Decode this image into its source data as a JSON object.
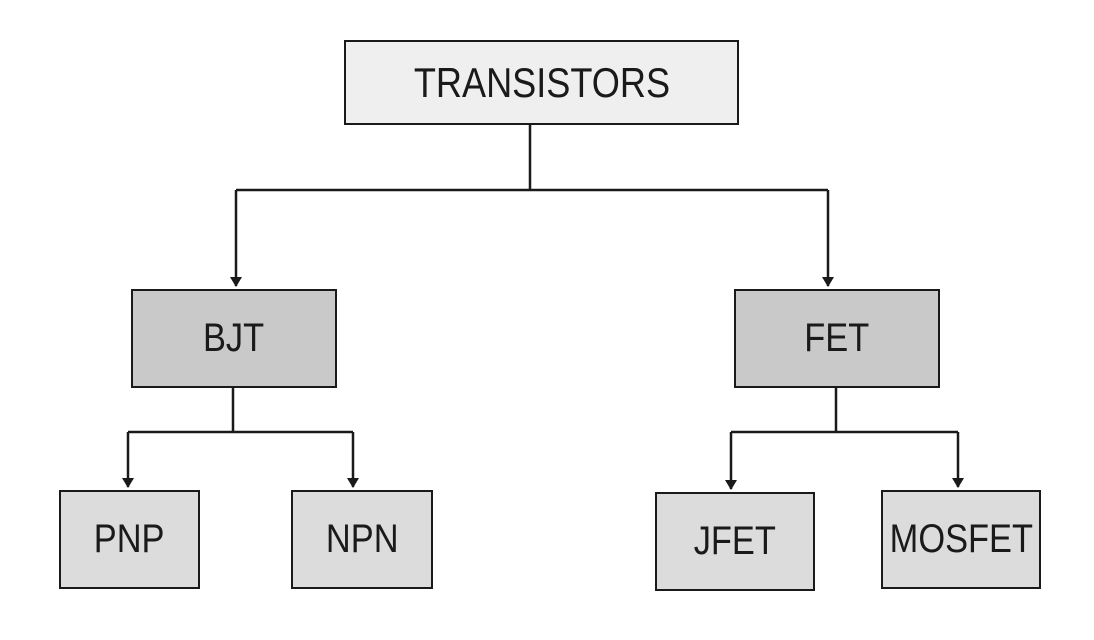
{
  "diagram": {
    "root": {
      "label": "TRANSISTORS"
    },
    "groups": [
      {
        "label": "BJT",
        "children": [
          {
            "label": "PNP"
          },
          {
            "label": "NPN"
          }
        ]
      },
      {
        "label": "FET",
        "children": [
          {
            "label": "JFET"
          },
          {
            "label": "MOSFET"
          }
        ]
      }
    ]
  },
  "colors": {
    "root_fill": "#efefef",
    "group_fill": "#c9c9c9",
    "leaf_fill": "#dcdcdc",
    "stroke": "#1a1a1a"
  }
}
